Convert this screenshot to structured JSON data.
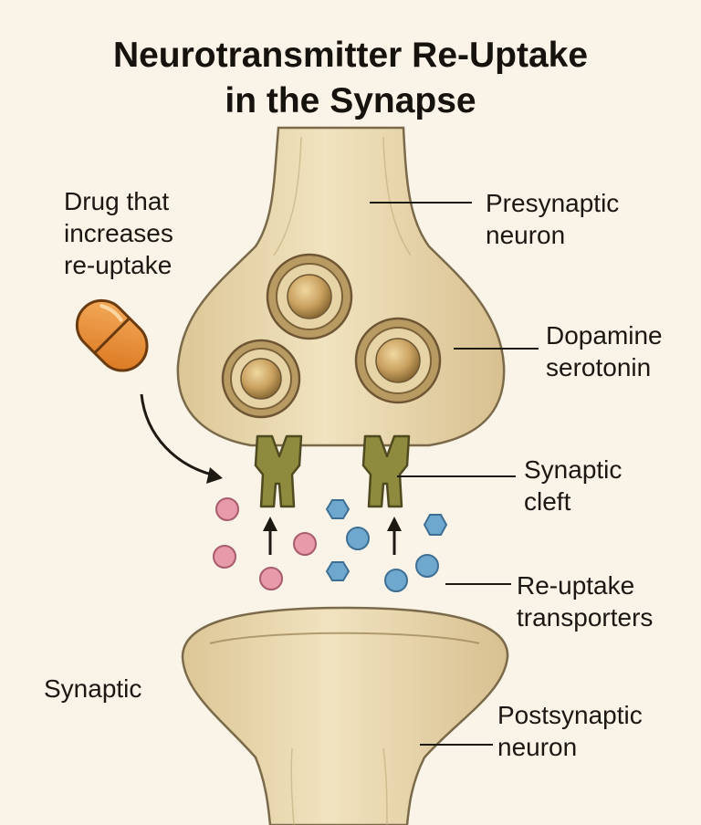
{
  "title": {
    "line1": "Neurotransmitter Re-Uptake",
    "line2": "in the Synapse"
  },
  "labels": {
    "drug": [
      "Drug that",
      "increases",
      "re-uptake"
    ],
    "presynaptic": [
      "Presynaptic",
      "neuron"
    ],
    "dopamine": [
      "Dopamine",
      "serotonin"
    ],
    "cleft": [
      "Synaptic",
      "cleft"
    ],
    "reuptake": [
      "Re-uptake",
      "transporters"
    ],
    "synaptic": [
      "Synaptic"
    ],
    "postsynaptic": [
      "Postsynaptic",
      "neuron"
    ]
  },
  "colors": {
    "background": "#f9f3e8",
    "neuron_fill": "#ecdcb5",
    "neuron_outline": "#7a6a4a",
    "vesicle": "#c8a25c",
    "transporter": "#8c8a3c",
    "pill": "#e98a2e",
    "pink_molecule": "#e79aa9",
    "blue_molecule": "#6fa8cf"
  },
  "icons": [
    "capsule-pill-icon",
    "curved-arrow-icon",
    "up-arrow-icon"
  ]
}
